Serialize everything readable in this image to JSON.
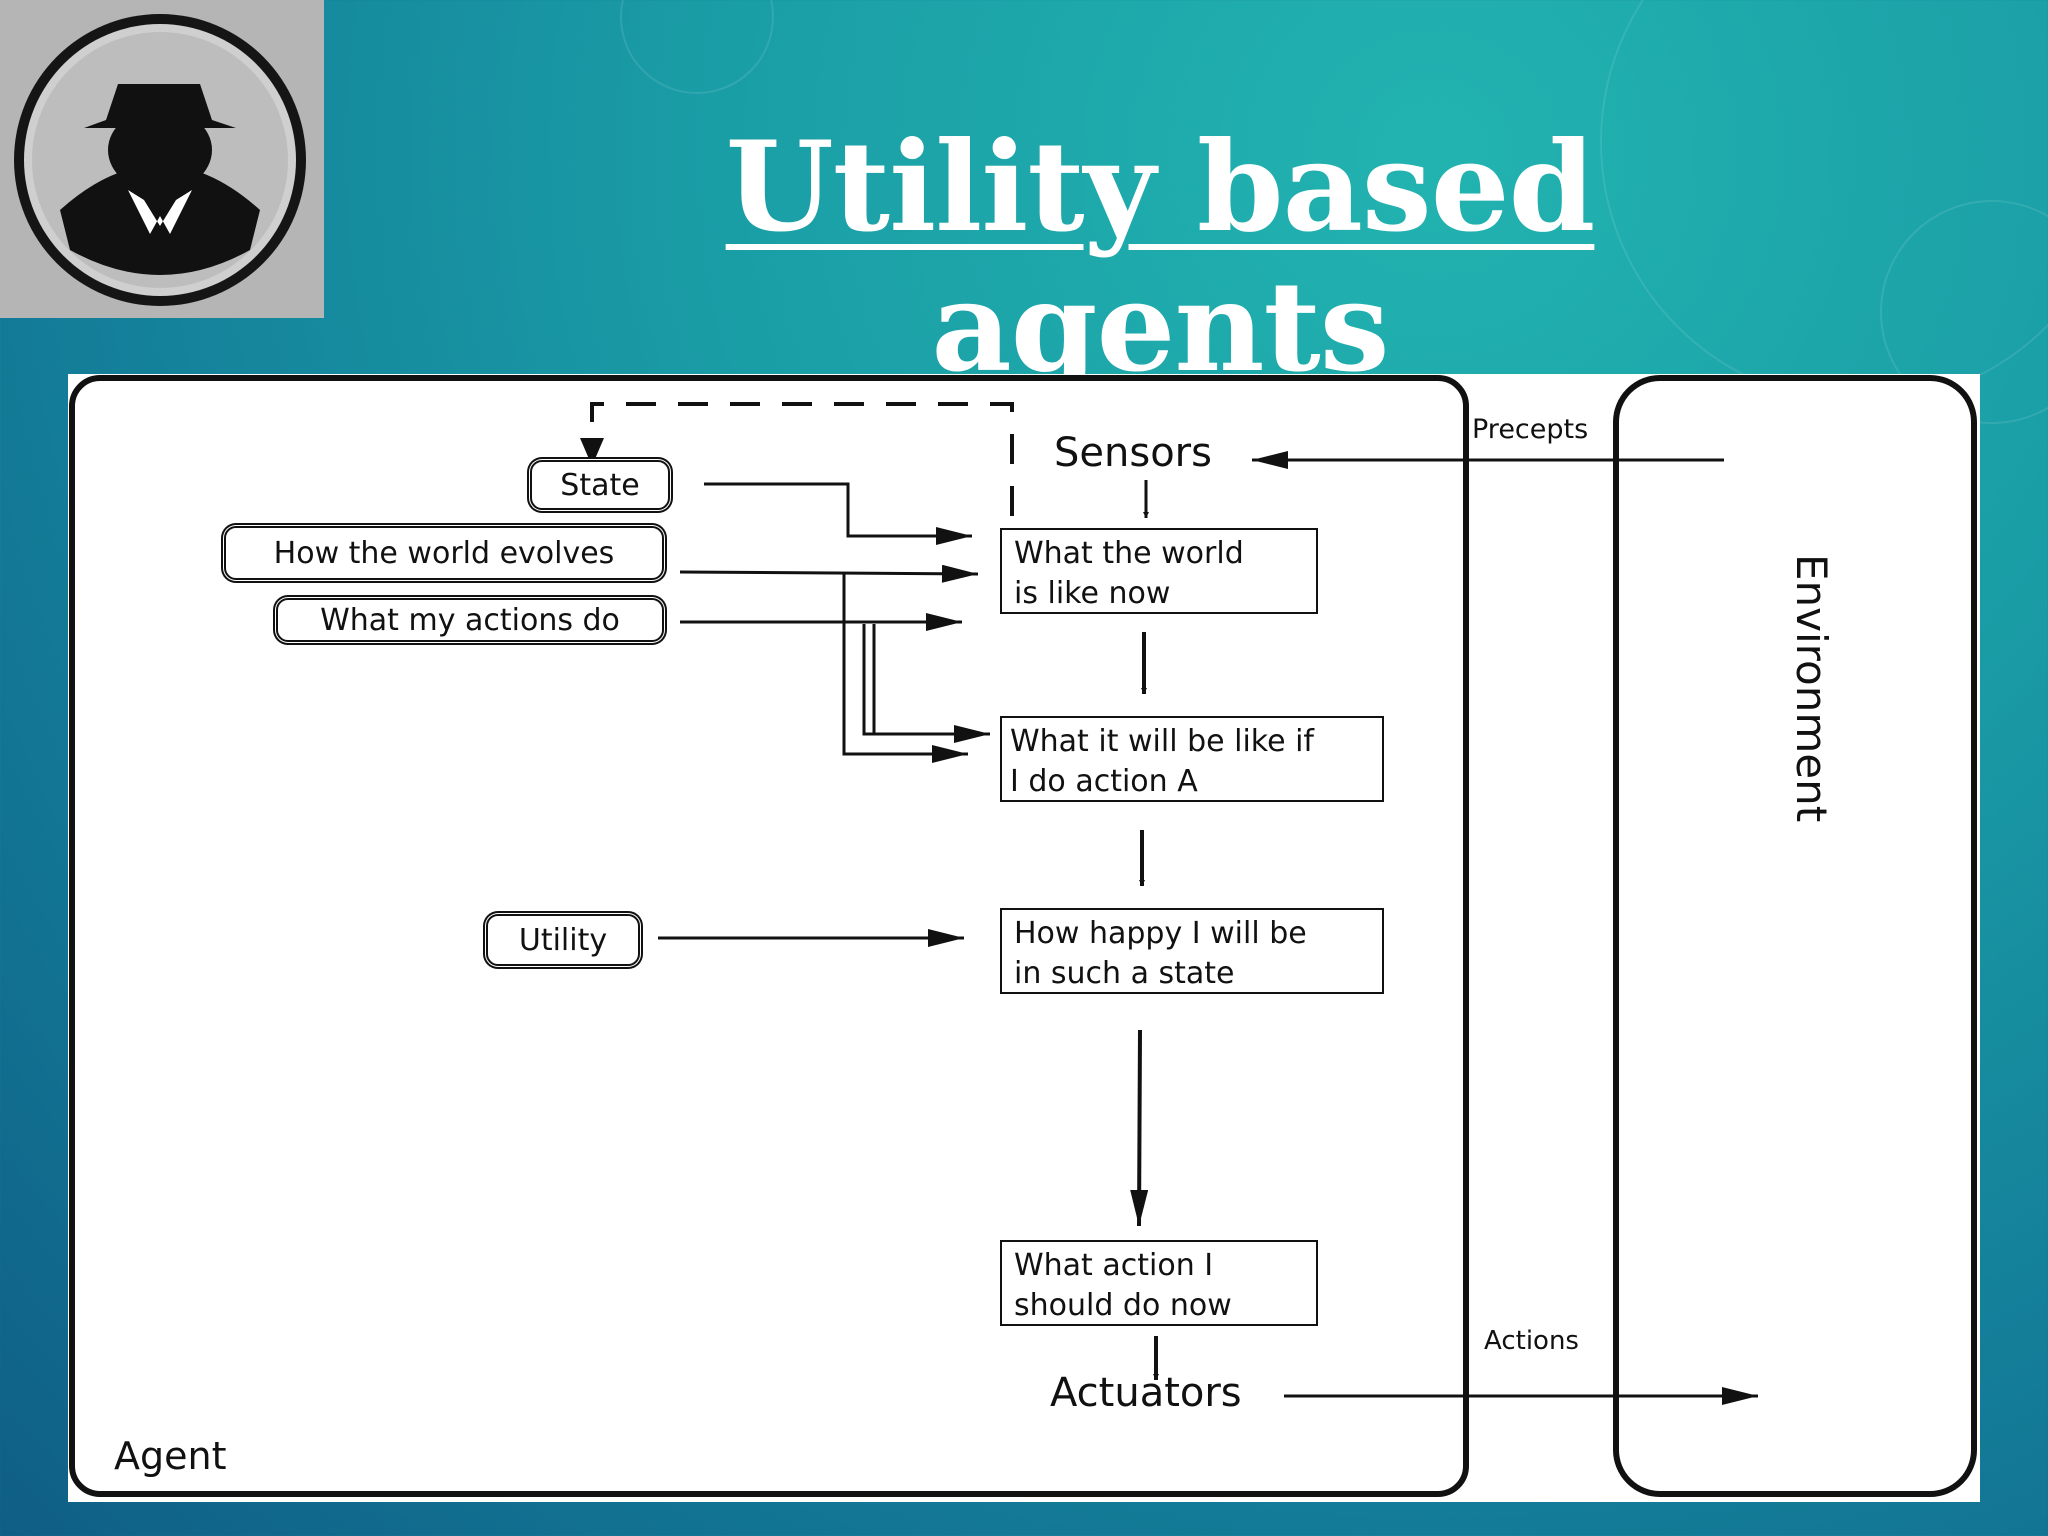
{
  "slide": {
    "title": "Utility based agents",
    "logo_icon": "spy-agent-icon"
  },
  "diagram": {
    "agent_label": "Agent",
    "environment_label": "Environment",
    "sensors": "Sensors",
    "actuators": "Actuators",
    "percepts": "Precepts",
    "actions": "Actions",
    "inputs": {
      "state": "State",
      "world_evolves": "How the world evolves",
      "actions_do": "What my actions do",
      "utility": "Utility"
    },
    "steps": {
      "world_now": [
        "What the world",
        "is like now"
      ],
      "if_action": [
        "What it will be like if",
        "I do action A"
      ],
      "happy": [
        "How happy I will be",
        "in such a state"
      ],
      "action_now": [
        "What action I",
        "should do now"
      ]
    }
  }
}
